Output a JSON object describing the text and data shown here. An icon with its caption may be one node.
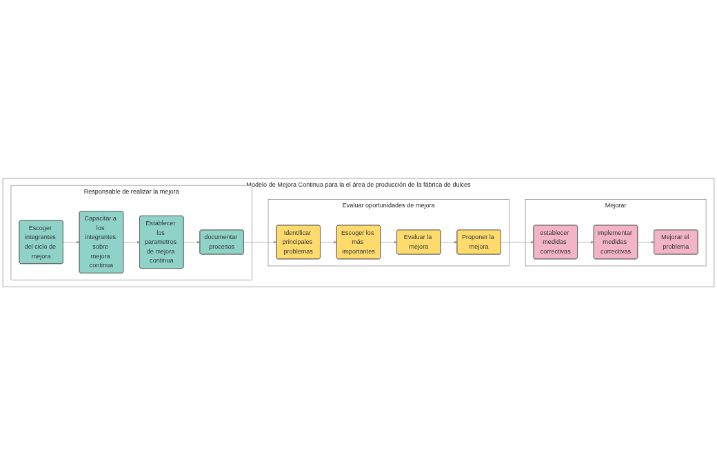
{
  "diagram": {
    "nodes": [
      {
        "text": [
          "Modelo de Mejora Continua para la el área de producción de la fábrica de dulces"
        ]
      },
      {
        "text": [
          "Responsable de realizar la mejora"
        ],
        "in": 0
      },
      {
        "text": [
          "Evaluar oportunidades de mejora"
        ],
        "in": 0
      },
      {
        "text": [
          "Mejorar"
        ],
        "in": 0
      },
      {
        "text": [
          "Escoger integrantes del ciclo de mejora"
        ],
        "in": 1
      },
      {
        "text": [
          "Capacitar a los integrantes sobre mejora continua"
        ],
        "in": 1
      },
      {
        "text": [
          "Establecer los parametros de mejora continua"
        ],
        "in": 1
      },
      {
        "text": [
          "documentar procesos"
        ],
        "in": 1
      },
      {
        "text": [
          "Identificar principales problemas"
        ],
        "in": 2
      },
      {
        "text": [
          "Escoger los más importantes"
        ],
        "in": 2
      },
      {
        "text": [
          "Evaluar la mejora"
        ],
        "in": 2
      },
      {
        "text": [
          "Proponer la mejora"
        ],
        "in": 2
      },
      {
        "text": [
          "establecer medidas correctivas"
        ],
        "in": 3
      },
      {
        "text": [
          "Implementar medidas correctivas"
        ],
        "in": 3
      },
      {
        "text": [
          "Mejorar el problema"
        ],
        "in": 3
      }
    ],
    "edges": [
      {
        "from": 4,
        "to": 5,
        "arrow": "to"
      },
      {
        "from": 5,
        "to": 6,
        "arrow": "to"
      },
      {
        "from": 6,
        "to": 7,
        "arrow": "to"
      },
      {
        "from": 7,
        "to": 8,
        "arrow": "to"
      },
      {
        "from": 8,
        "to": 9,
        "arrow": "to"
      },
      {
        "from": 9,
        "to": 10,
        "arrow": "to"
      },
      {
        "from": 10,
        "to": 11,
        "arrow": "to"
      },
      {
        "from": 11,
        "to": 12,
        "arrow": "to"
      },
      {
        "from": 12,
        "to": 13,
        "arrow": "to"
      },
      {
        "from": 13,
        "to": 14,
        "arrow": "to"
      }
    ]
  }
}
